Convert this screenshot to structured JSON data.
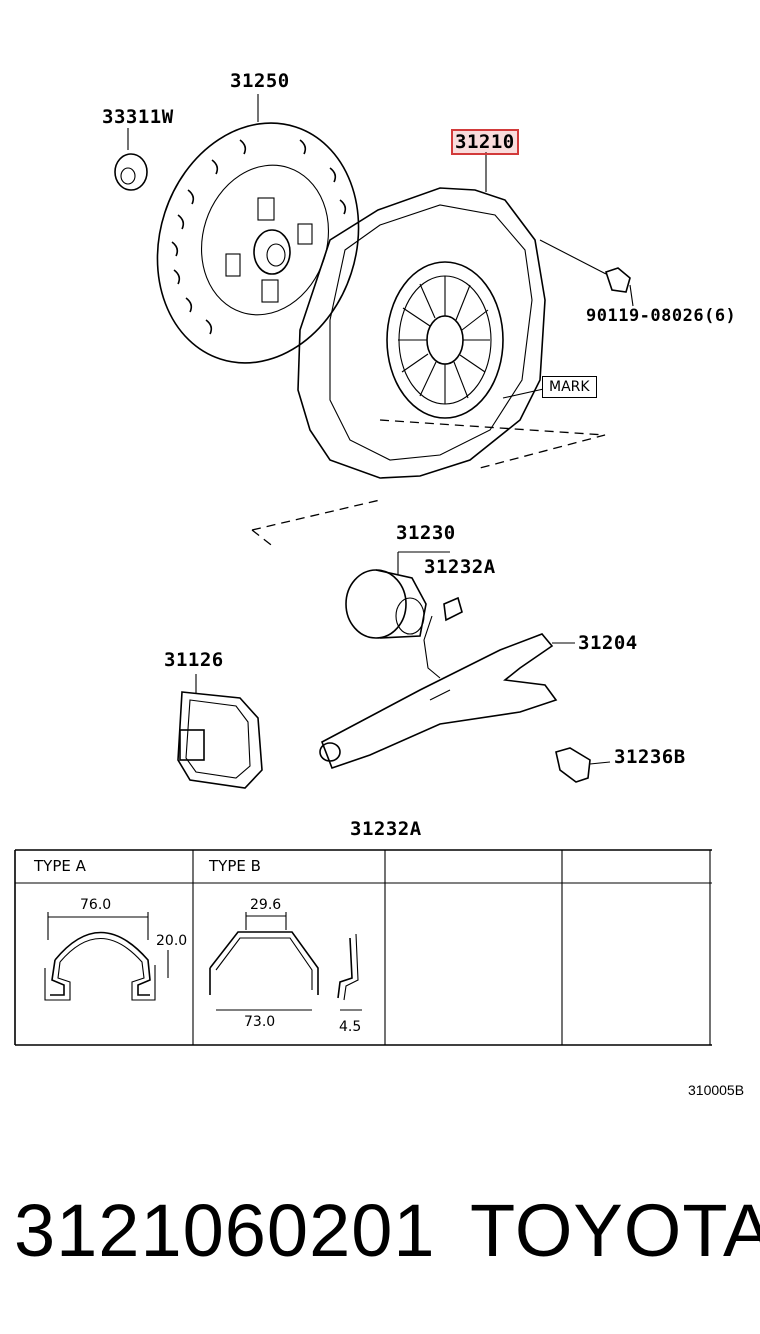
{
  "labels": {
    "disc": "31250",
    "pilot_bearing": "33311W",
    "cover": "31210",
    "bolt": "90119-08026(6)",
    "mark": "MARK",
    "release_bearing": "31230",
    "clip": "31232A",
    "fork": "31204",
    "boot": "31126",
    "pivot": "31236B",
    "clip_table_title": "31232A"
  },
  "table": {
    "type_a": "TYPE   A",
    "type_b": "TYPE   B",
    "dims_a": {
      "width": "76.0",
      "height": "20.0"
    },
    "dims_b": {
      "top": "29.6",
      "bottom": "73.0",
      "side": "4.5"
    }
  },
  "diagram_code": "310005B",
  "footer": {
    "part_number": "3121060201",
    "brand": "TOYOTA"
  },
  "colors": {
    "highlight": "#d23a3a"
  }
}
